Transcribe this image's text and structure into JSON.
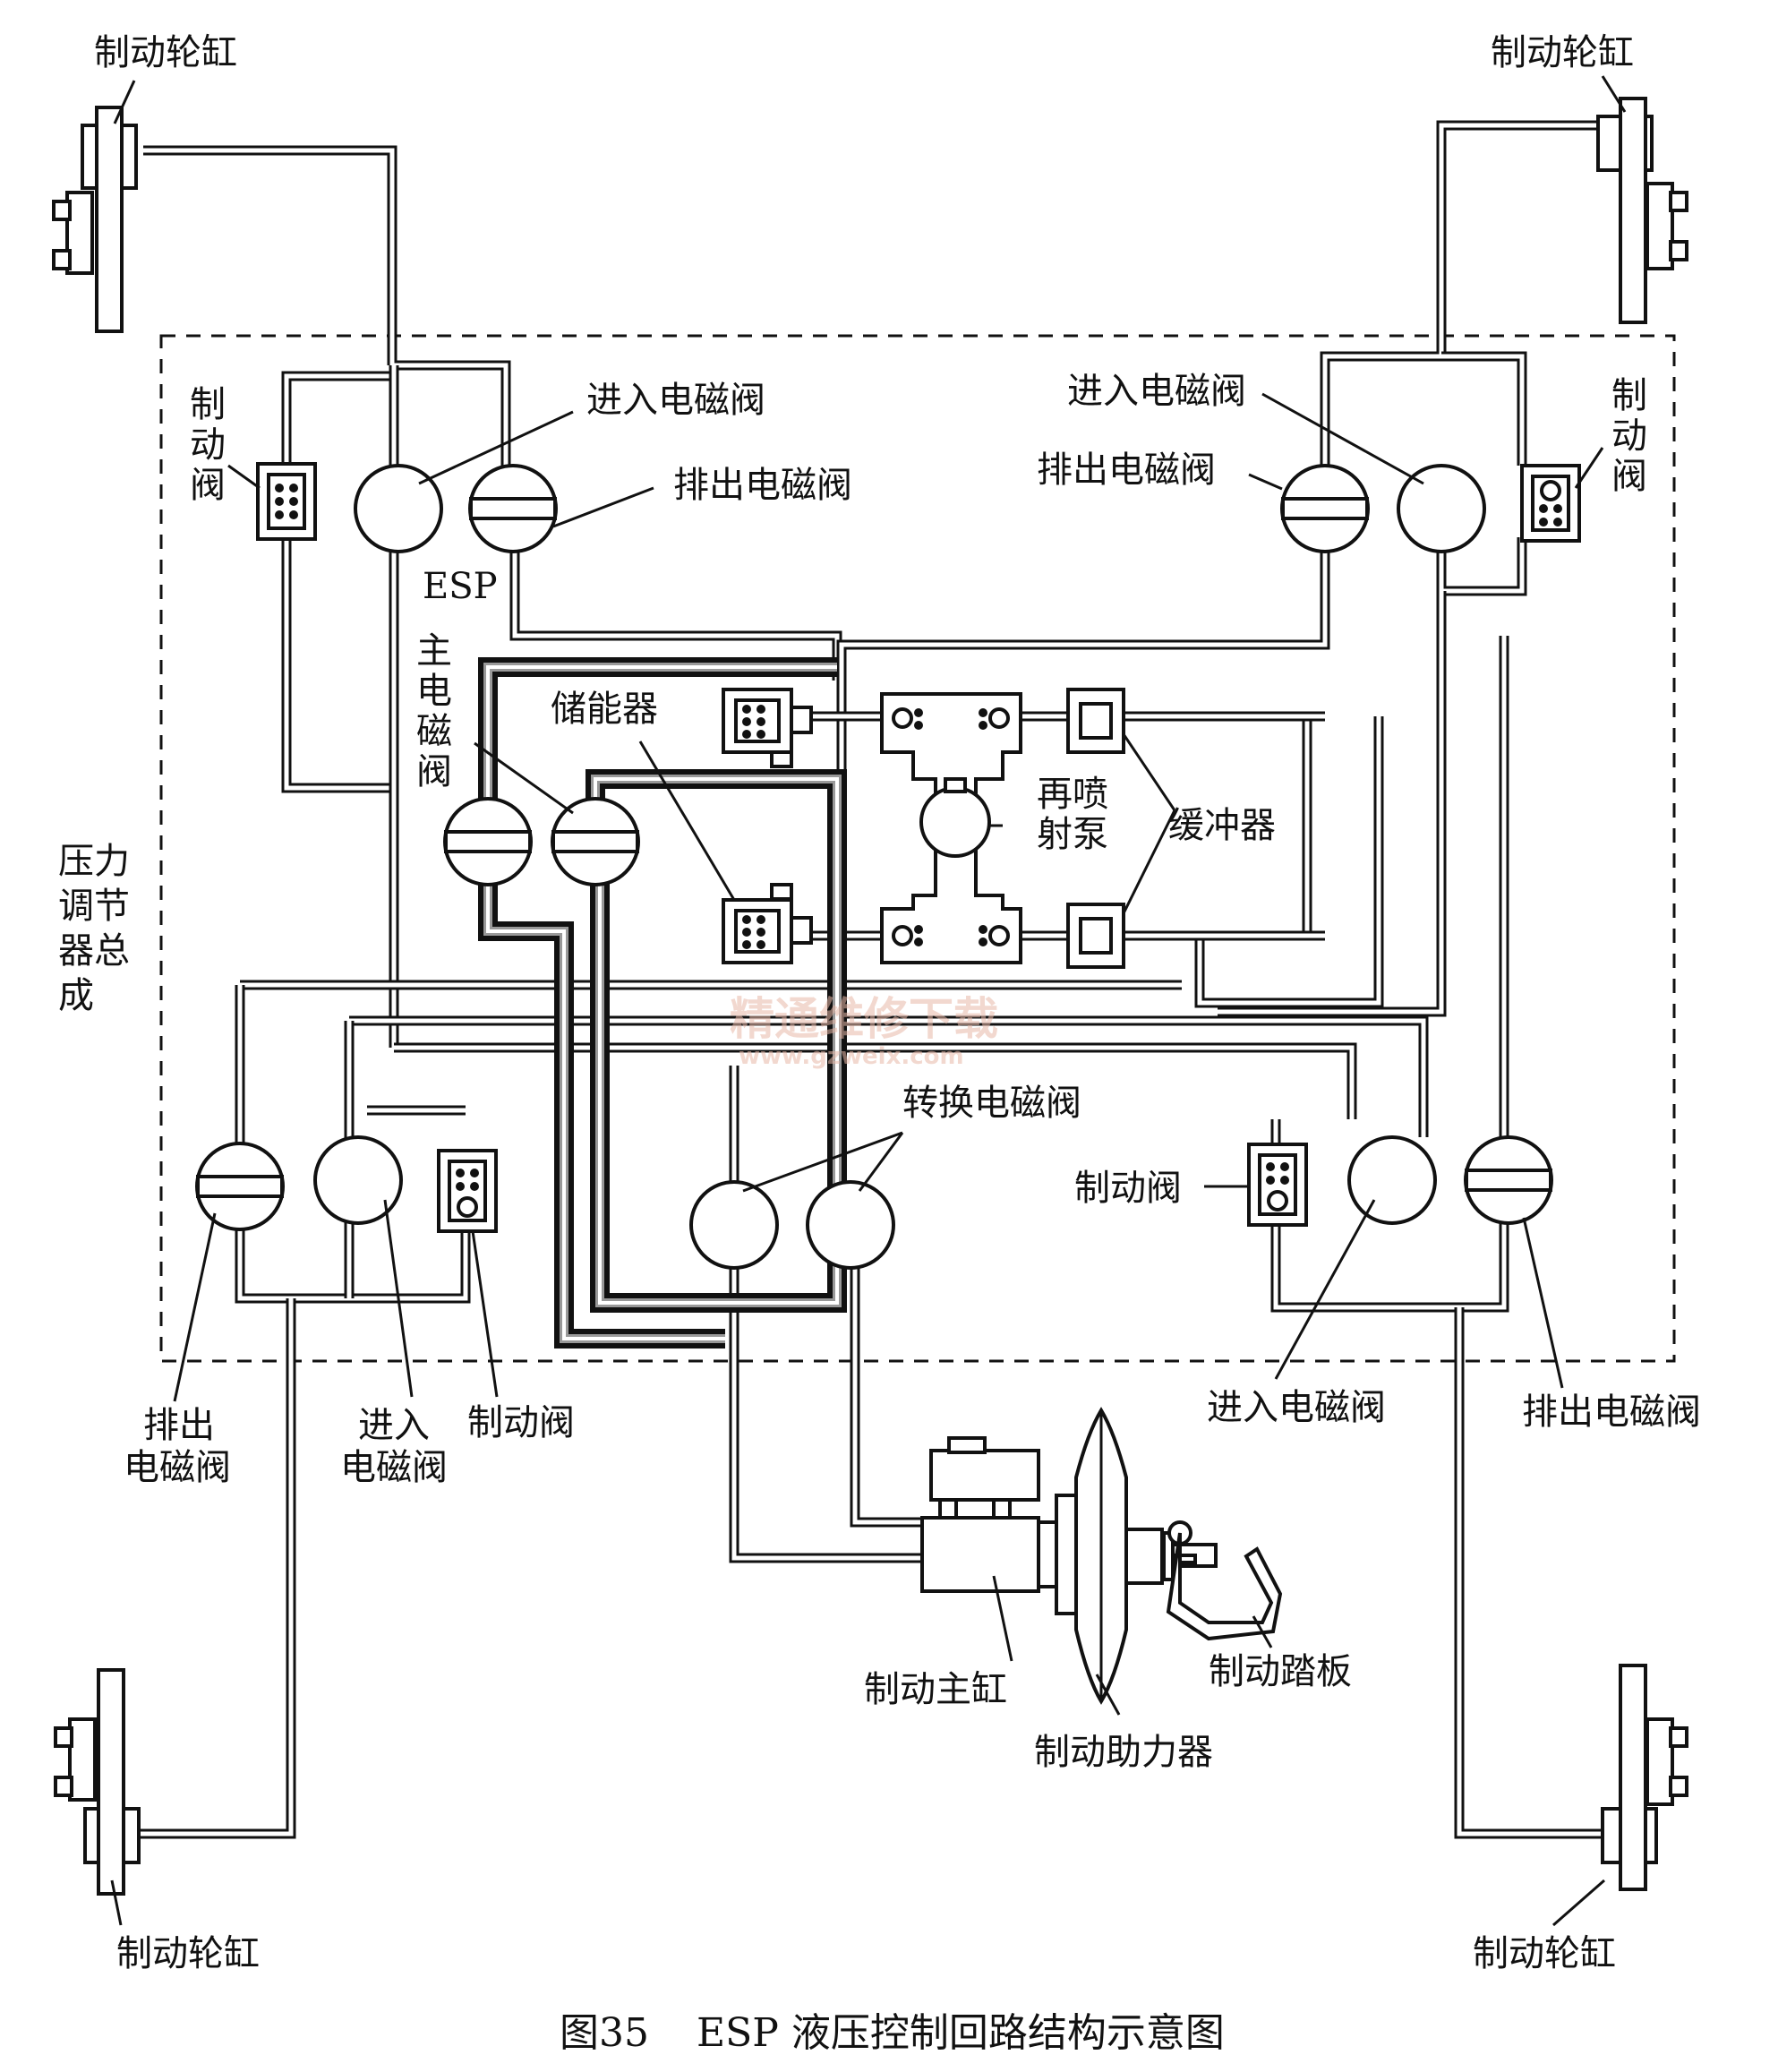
{
  "labels": {
    "wheel_cyl_tl": "制动轮缸",
    "wheel_cyl_tr": "制动轮缸",
    "wheel_cyl_bl": "制动轮缸",
    "wheel_cyl_br": "制动轮缸",
    "brake_valve_tl": [
      "制",
      "动",
      "阀"
    ],
    "brake_valve_tr": [
      "制",
      "动",
      "阀"
    ],
    "inlet_valve_tl": "进入电磁阀",
    "outlet_valve_tl": "排出电磁阀",
    "inlet_valve_tr": "进入电磁阀",
    "outlet_valve_tr": "排出电磁阀",
    "esp": "ESP",
    "main_valve": [
      "主",
      "电",
      "磁",
      "阀"
    ],
    "accumulator": "储能器",
    "pump": [
      "再喷",
      "射泵"
    ],
    "damper": "缓冲器",
    "pressure_modulator": [
      "压力",
      "调节",
      "器总",
      "成"
    ],
    "switch_valve": "转换电磁阀",
    "brake_valve_br": "制动阀",
    "outlet_valve_bl": [
      "排出",
      "电磁阀"
    ],
    "inlet_valve_bl": [
      "进入",
      "电磁阀"
    ],
    "brake_valve_bl": "制动阀",
    "inlet_valve_br": "进入电磁阀",
    "outlet_valve_br": "排出电磁阀",
    "master_cylinder": "制动主缸",
    "brake_pedal": "制动踏板",
    "brake_booster": "制动助力器"
  },
  "watermark": {
    "line1": "精通维修下载",
    "line2": "www.gzweix.com"
  },
  "caption": {
    "figure_no": "图35",
    "title": "ESP 液压控制回路结构示意图"
  }
}
